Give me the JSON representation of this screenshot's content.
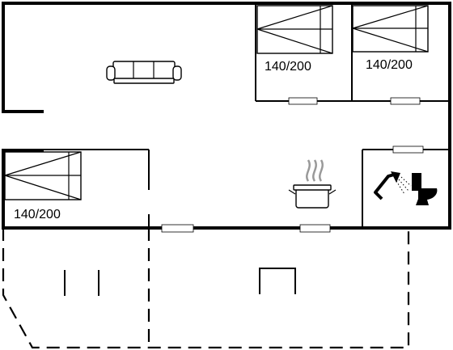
{
  "rooms": {
    "bedroom_1": {
      "bed_label": "140/200"
    },
    "bedroom_2": {
      "bed_label": "140/200"
    },
    "bedroom_3": {
      "bed_label": "140/200"
    }
  },
  "icons": [
    "sofa-icon",
    "bed-icon",
    "stove-pot-icon",
    "shower-icon",
    "toilet-icon"
  ]
}
